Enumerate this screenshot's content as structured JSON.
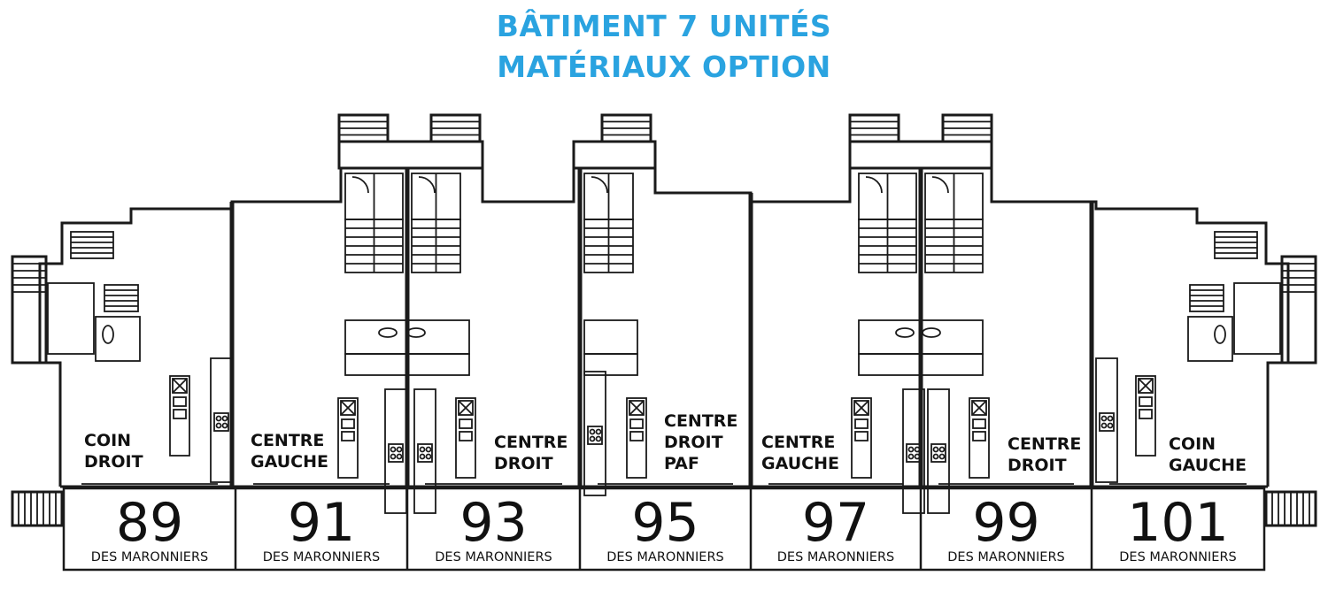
{
  "header": {
    "line1": "BÂTIMENT 7 UNITÉS",
    "line2": "MATÉRIAUX OPTION"
  },
  "colors": {
    "title": "#2aa3e0",
    "line": "#1a1a1a",
    "background": "#ffffff"
  },
  "units": [
    {
      "label": [
        "COIN",
        "DROIT"
      ],
      "number": "89",
      "street": "DES MARONNIERS"
    },
    {
      "label": [
        "CENTRE",
        "GAUCHE"
      ],
      "number": "91",
      "street": "DES MARONNIERS"
    },
    {
      "label": [
        "CENTRE",
        "DROIT"
      ],
      "number": "93",
      "street": "DES MARONNIERS"
    },
    {
      "label": [
        "CENTRE",
        "DROIT",
        "PAF"
      ],
      "number": "95",
      "street": "DES MARONNIERS"
    },
    {
      "label": [
        "CENTRE",
        "GAUCHE"
      ],
      "number": "97",
      "street": "DES MARONNIERS"
    },
    {
      "label": [
        "CENTRE",
        "DROIT"
      ],
      "number": "99",
      "street": "DES MARONNIERS"
    },
    {
      "label": [
        "COIN",
        "GAUCHE"
      ],
      "number": "101",
      "street": "DES MARONNIERS"
    }
  ]
}
